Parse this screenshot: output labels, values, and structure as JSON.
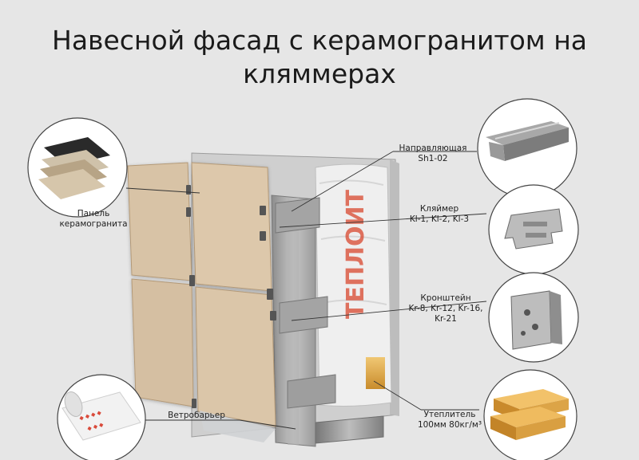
{
  "title": {
    "line1": "Навесной фасад с керамогранитом на",
    "line2": "кляммерах"
  },
  "labels": {
    "panel": {
      "line1": "Панель",
      "line2": "керамогранита"
    },
    "guide": {
      "line1": "Направляющая",
      "line2": "Sh1-02"
    },
    "clamp": {
      "line1": "Кляймер",
      "line2": "Kl-1, Kl-2, Kl-3"
    },
    "bracket": {
      "line1": "Кронштейн",
      "line2": "Kr-8, Kr-12, Kr-16,",
      "line3": "Kr-21"
    },
    "wind_barrier": {
      "line1": "Ветробарьер"
    },
    "insulation": {
      "line1": "Утеплитель",
      "line2": "100мм 80кг/м³"
    }
  },
  "insulation_print": "ТЕПЛОИТ",
  "colors": {
    "background": "#e6e6e6",
    "tile": "#d9c4a8",
    "metal": "#a9a9a9",
    "insulation": "#ededed",
    "wool": "#e8b35a"
  }
}
